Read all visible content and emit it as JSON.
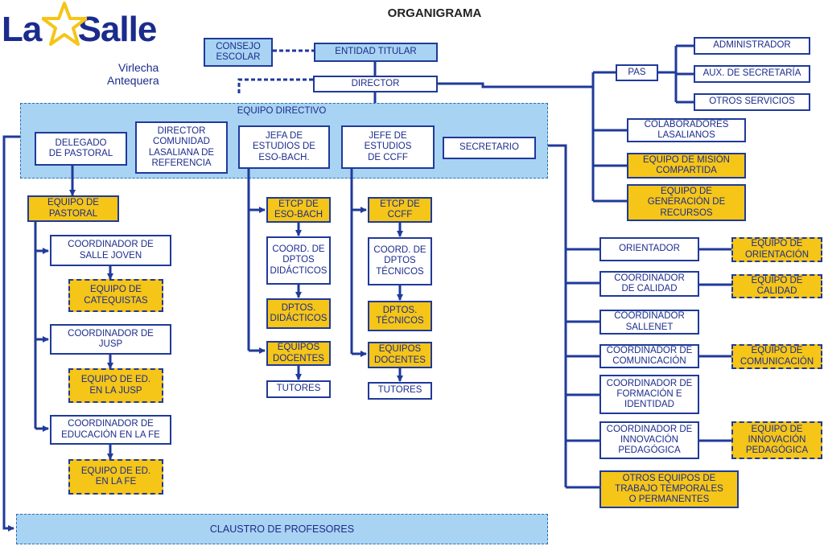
{
  "title": "ORGANIGRAMA",
  "logo": {
    "brand": "La Salle",
    "school_line1": "Virlecha",
    "school_line2": "Antequera"
  },
  "colors": {
    "navy": "#1f3a9a",
    "light_blue": "#a9d3f2",
    "gold": "#f5c518",
    "white": "#ffffff"
  },
  "top": {
    "consejo_escolar": "CONSEJO\nESCOLAR",
    "entidad_titular": "ENTIDAD TITULAR",
    "director": "DIRECTOR"
  },
  "equipo_directivo": {
    "label": "EQUIPO DIRECTIVO",
    "members": {
      "delegado_pastoral": "DELEGADO\nDE PASTORAL",
      "director_comunidad": "DIRECTOR\nCOMUNIDAD\nLASALIANA DE\nREFERENCIA",
      "jefa_estudios": "JEFA DE\nESTUDIOS DE\nESO-BACH.",
      "jefe_estudios_ccff": "JEFE DE\nESTUDIOS\nDE CCFF",
      "secretario": "SECRETARIO"
    }
  },
  "pas": {
    "label": "PAS",
    "items": [
      "ADMINISTRADOR",
      "AUX. DE SECRETARÍA",
      "OTROS SERVICIOS"
    ]
  },
  "director_right": {
    "colaboradores": "COLABORADORES\nLASALIANOS",
    "equipo_mision": "EQUIPO DE MISIÓN\nCOMPARTIDA",
    "equipo_recursos": "EQUIPO DE\nGENERACIÓN DE\nRECURSOS"
  },
  "pastoral": {
    "equipo": "EQUIPO DE\nPASTORAL",
    "coord_salle_joven": "COORDINADOR DE\nSALLE JOVEN",
    "equipo_catequistas": "EQUIPO DE\nCATEQUISTAS",
    "coord_jusp": "COORDINADOR DE\nJUSP",
    "equipo_jusp": "EQUIPO DE ED.\nEN LA JUSP",
    "coord_fe": "COORDINADOR DE\nEDUCACIÓN EN LA FE",
    "equipo_fe": "EQUIPO DE ED.\nEN LA FE"
  },
  "eso": {
    "etcp": "ETCP DE\nESO-BACH",
    "coord": "COORD. DE\nDPTOS\nDIDÁCTICOS",
    "dptos": "DPTOS.\nDIDÁCTICOS",
    "equipos": "EQUIPOS\nDOCENTES",
    "tutores": "TUTORES"
  },
  "ccff": {
    "etcp": "ETCP DE\nCCFF",
    "coord": "COORD. DE\nDPTOS\nTÉCNICOS",
    "dptos": "DPTOS.\nTÉCNICOS",
    "equipos": "EQUIPOS\nDOCENTES",
    "tutores": "TUTORES"
  },
  "right_column": {
    "orientador": "ORIENTADOR",
    "equipo_orientacion": "EQUIPO DE\nORIENTACIÓN",
    "coord_calidad": "COORDINADOR\nDE CALIDAD",
    "equipo_calidad": "EQUIPO DE\nCALIDAD",
    "coord_sallenet": "COORDINADOR\nSALLENET",
    "coord_comunicacion": "COORDINADOR DE\nCOMUNICACIÓN",
    "equipo_comunicacion": "EQUIPO DE\nCOMUNICACIÓN",
    "coord_formacion": "COORDINADOR DE\nFORMACIÓN E\nIDENTIDAD",
    "coord_innovacion": "COORDINADOR DE\nINNOVACIÓN\nPEDAGÓGICA",
    "equipo_innovacion": "EQUIPO DE\nINNOVACIÓN\nPEDAGÓGICA",
    "otros_equipos": "OTROS EQUIPOS DE\nTRABAJO TEMPORALES\nO PERMANENTES"
  },
  "claustro": "CLAUSTRO DE PROFESORES"
}
